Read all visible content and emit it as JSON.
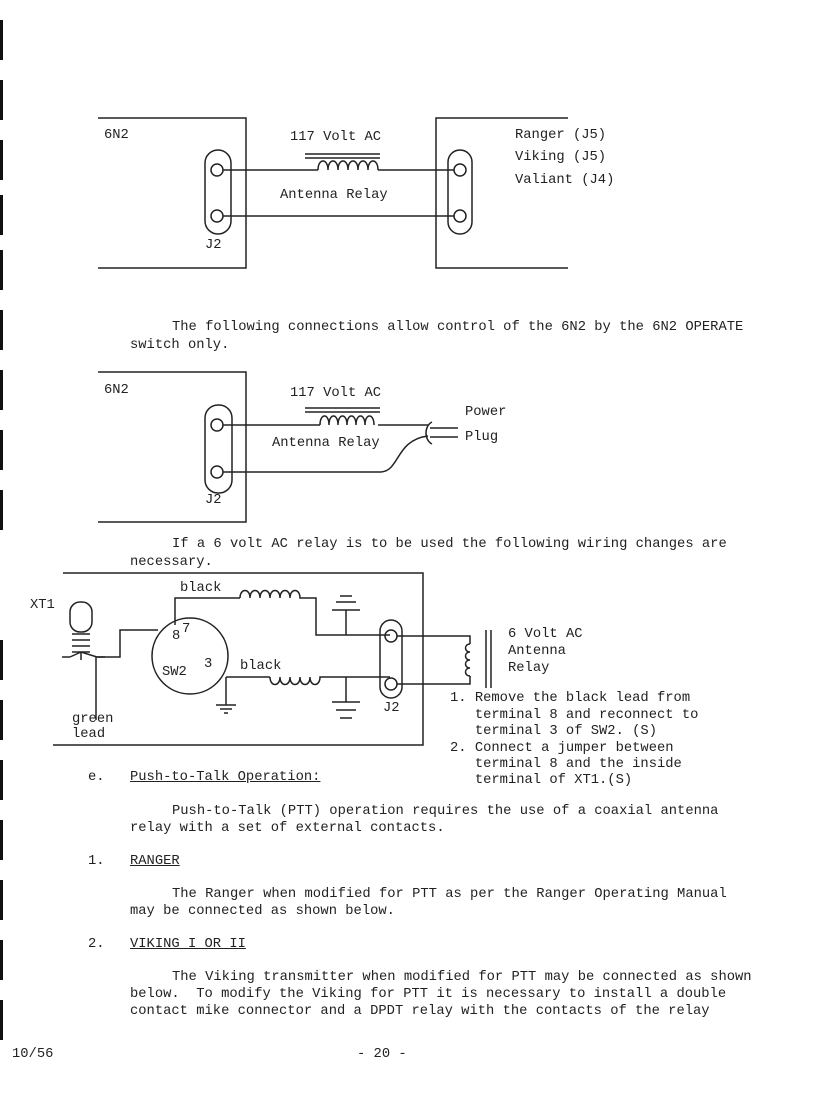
{
  "diagram1": {
    "unit": "6N2",
    "relay_voltage": "117 Volt AC",
    "relay_label": "Antenna Relay",
    "jack": "J2",
    "targets": [
      "Ranger (J5)",
      "Viking (J5)",
      "Valiant (J4)"
    ]
  },
  "para1": [
    "The following connections allow control of the 6N2 by the 6N2 OPERATE",
    "switch only."
  ],
  "diagram2": {
    "unit": "6N2",
    "relay_voltage": "117 Volt AC",
    "relay_label": "Antenna Relay",
    "jack": "J2",
    "plug": [
      "Power",
      "Plug"
    ]
  },
  "para2": [
    "If a 6 volt AC relay is to be used the following wiring changes are",
    "necessary."
  ],
  "diagram3": {
    "socket": "XT1",
    "wire_top": "black",
    "wire_bottom": "black",
    "switch": "SW2",
    "term_8": "8",
    "term_7": "7",
    "term_3": "3",
    "green": [
      "green",
      "lead"
    ],
    "jack": "J2",
    "relay": [
      "6 Volt AC",
      "Antenna",
      "Relay"
    ],
    "notes": [
      "1. Remove the black lead from",
      "   terminal 8 and reconnect to",
      "   terminal 3 of SW2. (S)",
      "2. Connect a jumper between",
      "   terminal 8 and the inside",
      "   terminal of XT1.(S)"
    ]
  },
  "section_e": {
    "num": "e.",
    "title": "Push-to-Talk Operation:",
    "body": [
      "Push-to-Talk (PTT) operation requires the use of a coaxial antenna",
      "relay with a set of external contacts."
    ]
  },
  "section_1": {
    "num": "1.",
    "title": "RANGER",
    "body": [
      "The Ranger when modified for PTT as per the Ranger Operating Manual",
      "may be connected as shown below."
    ]
  },
  "section_2": {
    "num": "2.",
    "title": "VIKING I OR II",
    "body": [
      "The Viking transmitter when modified for PTT may be connected as shown",
      "below.  To modify the Viking for PTT it is necessary to install a double",
      "contact mike connector and a DPDT relay with the contacts of the relay"
    ]
  },
  "footer": {
    "date": "10/56",
    "page": "- 20 -"
  }
}
